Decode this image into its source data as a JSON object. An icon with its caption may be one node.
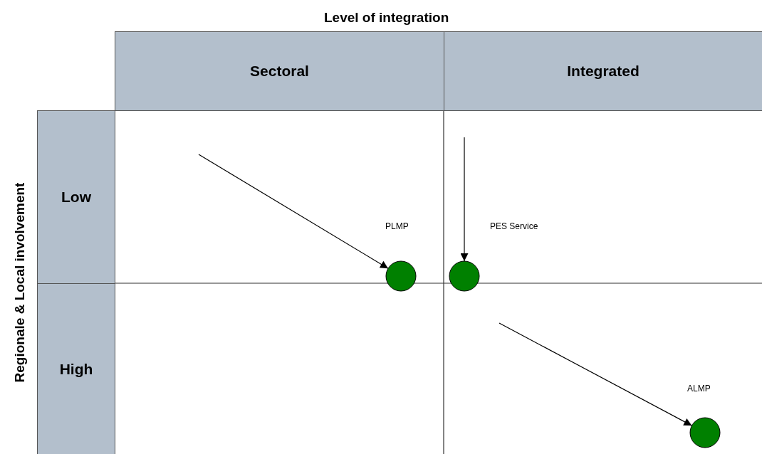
{
  "diagram": {
    "nodes": [
      {
        "text": [
          "Sectoral"
        ]
      },
      {
        "text": [
          "Integrated"
        ]
      },
      {
        "text": [
          "Low"
        ]
      },
      {
        "text": [
          "High"
        ]
      },
      {
        "text": [
          "PLMP"
        ]
      },
      {
        "text": [
          "PES Service"
        ]
      },
      {
        "text": [
          "ALMP"
        ]
      }
    ],
    "edges": [
      {
        "from": null,
        "to": 4,
        "arrow": "to"
      },
      {
        "from": null,
        "to": 5,
        "arrow": "to"
      },
      {
        "from": null,
        "to": 6,
        "arrow": "to"
      }
    ],
    "labels": [
      "Level of integration",
      "Regionale & Local involvement"
    ]
  }
}
